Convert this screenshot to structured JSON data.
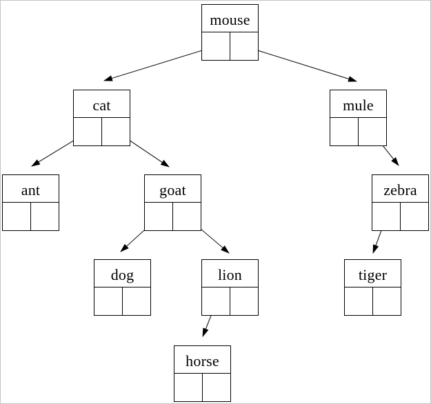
{
  "diagram": {
    "type": "binary-search-tree",
    "background_color": "#ffffff",
    "line_color": "#000000",
    "root": "mouse",
    "nodes": {
      "mouse": {
        "label": "mouse",
        "left_child": "cat",
        "right_child": "mule"
      },
      "cat": {
        "label": "cat",
        "left_child": "ant",
        "right_child": "goat"
      },
      "mule": {
        "label": "mule",
        "left_child": null,
        "right_child": "zebra"
      },
      "ant": {
        "label": "ant",
        "left_child": null,
        "right_child": null
      },
      "goat": {
        "label": "goat",
        "left_child": "dog",
        "right_child": "lion"
      },
      "zebra": {
        "label": "zebra",
        "left_child": "tiger",
        "right_child": null
      },
      "dog": {
        "label": "dog",
        "left_child": null,
        "right_child": null
      },
      "lion": {
        "label": "lion",
        "left_child": "horse",
        "right_child": null
      },
      "tiger": {
        "label": "tiger",
        "left_child": null,
        "right_child": null
      },
      "horse": {
        "label": "horse",
        "left_child": null,
        "right_child": null
      }
    },
    "edges": [
      {
        "from": "mouse",
        "pointer": "left",
        "to": "cat"
      },
      {
        "from": "mouse",
        "pointer": "right",
        "to": "mule"
      },
      {
        "from": "cat",
        "pointer": "left",
        "to": "ant"
      },
      {
        "from": "cat",
        "pointer": "right",
        "to": "goat"
      },
      {
        "from": "mule",
        "pointer": "right",
        "to": "zebra"
      },
      {
        "from": "goat",
        "pointer": "left",
        "to": "dog"
      },
      {
        "from": "goat",
        "pointer": "right",
        "to": "lion"
      },
      {
        "from": "zebra",
        "pointer": "left",
        "to": "tiger"
      },
      {
        "from": "lion",
        "pointer": "left",
        "to": "horse"
      }
    ]
  }
}
